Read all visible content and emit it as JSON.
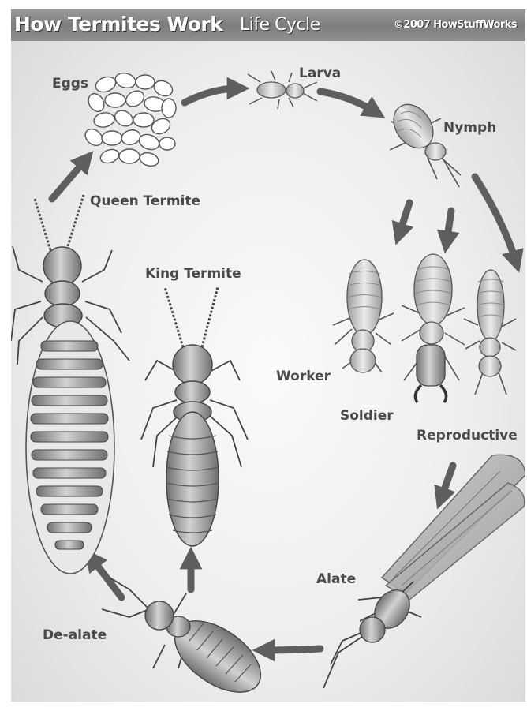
{
  "header": {
    "title": "How Termites Work",
    "subtitle": "Life Cycle",
    "copyright": "©2007 HowStuffWorks"
  },
  "labels": {
    "eggs": "Eggs",
    "larva": "Larva",
    "nymph": "Nymph",
    "queen": "Queen Termite",
    "king": "King Termite",
    "worker": "Worker",
    "soldier": "Soldier",
    "reproductive": "Reproductive",
    "alate": "Alate",
    "dealate": "De-alate"
  },
  "colors": {
    "header": "#8a8a8a",
    "label": "#4a4a4a",
    "arrow": "#5e5e5e",
    "body": "#b8b8b8"
  }
}
